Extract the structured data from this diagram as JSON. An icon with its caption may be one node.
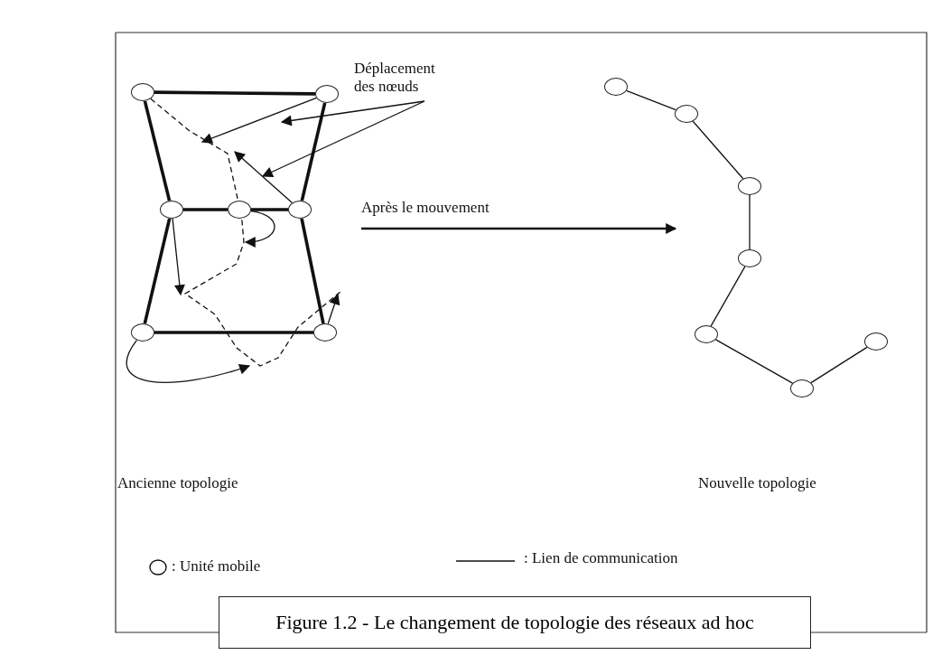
{
  "diagram": {
    "caption": "Figure 1.2 - Le changement de topologie des réseaux ad hoc",
    "nodes": [
      {
        "text": [],
        "shape": "circle"
      },
      {
        "text": [],
        "shape": "circle"
      },
      {
        "text": [],
        "shape": "circle"
      },
      {
        "text": [],
        "shape": "circle"
      },
      {
        "text": [],
        "shape": "circle"
      },
      {
        "text": [],
        "shape": "circle"
      },
      {
        "text": [],
        "shape": "circle"
      },
      {
        "text": [],
        "shape": "circle"
      },
      {
        "text": [],
        "shape": "circle"
      },
      {
        "text": [],
        "shape": "circle"
      },
      {
        "text": [],
        "shape": "circle"
      },
      {
        "text": [],
        "shape": "circle"
      },
      {
        "text": [],
        "shape": "circle"
      },
      {
        "text": [],
        "shape": "circle"
      },
      {
        "text": [
          "Déplacement des nœuds"
        ]
      }
    ],
    "edges": [
      {
        "from": 0,
        "to": 1,
        "arrow": "none",
        "style": "thick"
      },
      {
        "from": 0,
        "to": 2,
        "arrow": "none",
        "style": "thick"
      },
      {
        "from": 1,
        "to": 4,
        "arrow": "none",
        "style": "thick"
      },
      {
        "from": 2,
        "to": 3,
        "arrow": "none",
        "style": "thick"
      },
      {
        "from": 3,
        "to": 4,
        "arrow": "none",
        "style": "thick"
      },
      {
        "from": 2,
        "to": 5,
        "arrow": "none",
        "style": "thick"
      },
      {
        "from": 4,
        "to": 6,
        "arrow": "none",
        "style": "thick"
      },
      {
        "from": 5,
        "to": 6,
        "arrow": "none",
        "style": "thick"
      },
      {
        "from": 0,
        "to": null,
        "arrow": "none",
        "style": "dashed"
      },
      {
        "from": 1,
        "to": null,
        "arrow": "to"
      },
      {
        "from": 4,
        "to": null,
        "arrow": "to"
      },
      {
        "from": 3,
        "to": null,
        "arrow": "to"
      },
      {
        "from": 2,
        "to": null,
        "arrow": "to"
      },
      {
        "from": 6,
        "to": null,
        "arrow": "to"
      },
      {
        "from": 5,
        "to": null,
        "arrow": "to"
      },
      {
        "from": 14,
        "to": null,
        "arrow": "to"
      },
      {
        "from": 14,
        "to": null,
        "arrow": "to"
      },
      {
        "from": 7,
        "to": 8,
        "arrow": "none"
      },
      {
        "from": 8,
        "to": 9,
        "arrow": "none"
      },
      {
        "from": 9,
        "to": 10,
        "arrow": "none"
      },
      {
        "from": 10,
        "to": 11,
        "arrow": "none"
      },
      {
        "from": 11,
        "to": 12,
        "arrow": "none"
      },
      {
        "from": 12,
        "to": 13,
        "arrow": "none"
      }
    ],
    "labels": [
      "Après le mouvement",
      "Ancienne topologie",
      "Nouvelle topologie"
    ],
    "legend": [
      {
        "text": ": Unité mobile"
      },
      {
        "text": ": Lien de communication"
      }
    ]
  }
}
